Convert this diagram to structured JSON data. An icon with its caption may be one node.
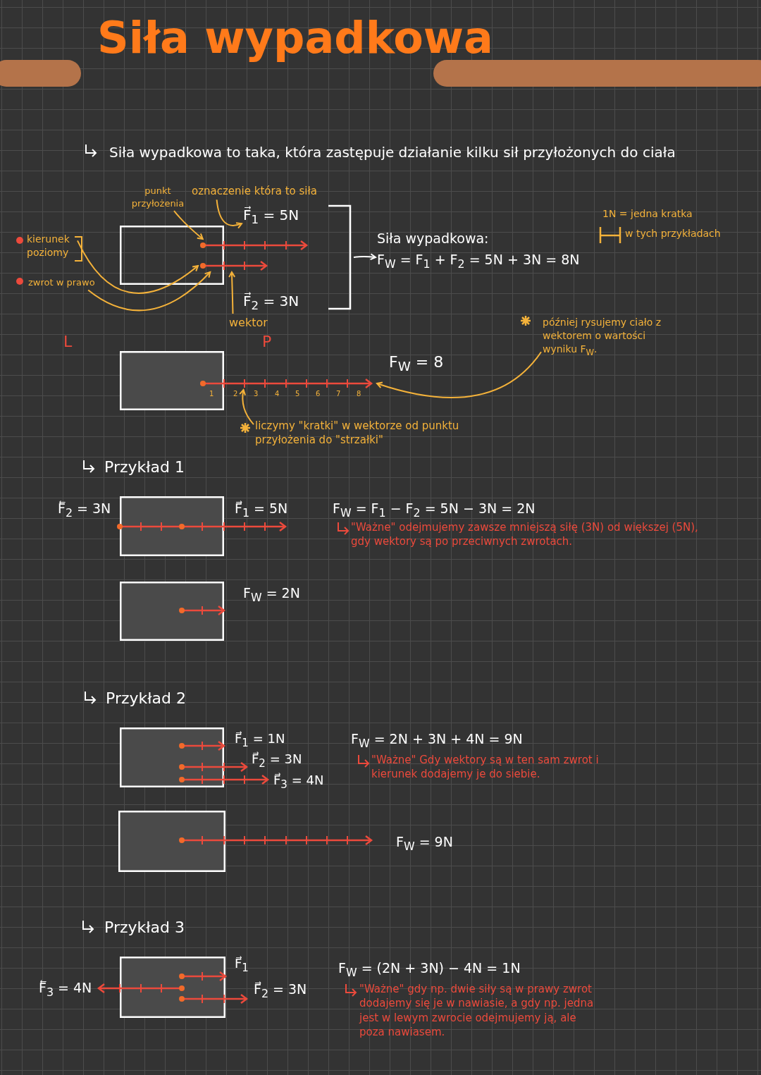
{
  "diagram": {
    "title": "Siła wypadkowa",
    "nodes": [
      {
        "text": [
          "punkt przyłożenia"
        ]
      },
      {
        "text": [],
        "shape": "arrow"
      },
      {
        "text": [
          "oznaczenie która to siła"
        ]
      },
      {
        "text": [
          "F⃗$_{1}$ = 5N"
        ]
      },
      {
        "text": [
          "kierunek poziomy"
        ]
      },
      {
        "text": [
          "zwrot w prawo"
        ]
      },
      {
        "text": [],
        "shape": "arrow"
      },
      {
        "text": [
          "wektor"
        ]
      },
      {
        "text": [
          "Siła wypadkowa:",
          "F$_{W}$ = F$_{1}$ + F$_{2}$ = 5N + 3N = 8N"
        ]
      },
      {
        "text": [],
        "shape": "arrow",
        "beside": [
          "1",
          "2",
          "3",
          "4",
          "5",
          "6",
          "7",
          "8"
        ]
      },
      {
        "text": [
          "później rysujemy ciało z wektorem o wartości wyniku F$_{W}$."
        ]
      },
      {
        "text": [
          "liczymy \"kratki\" w wektorze od punktu przyłożenia do \"strzałki\""
        ]
      },
      {
        "text": [],
        "shape": "bracket"
      },
      {
        "text": [],
        "shape": "box"
      },
      {
        "text": [],
        "shape": "box"
      },
      {
        "text": [],
        "shape": "box"
      },
      {
        "text": [],
        "shape": "box"
      },
      {
        "text": [],
        "shape": "box"
      },
      {
        "text": [],
        "shape": "box"
      },
      {
        "text": [],
        "shape": "box"
      }
    ],
    "edges": [
      {
        "from": 0,
        "to": 1,
        "arrow": "to"
      },
      {
        "from": 2,
        "to": 3,
        "arrow": "to"
      },
      {
        "from": 4,
        "to": 6,
        "arrow": "to"
      },
      {
        "from": 5,
        "to": 6,
        "arrow": "to"
      },
      {
        "from": 7,
        "to": 6,
        "arrow": "to"
      },
      {
        "from": 12,
        "to": 8,
        "arrow": "to",
        "color": "#ffffff"
      },
      {
        "from": 10,
        "to": 9,
        "arrow": "to"
      },
      {
        "from": 11,
        "to": 9,
        "arrow": "to"
      }
    ],
    "labels": [
      "Siła wypadkowa to taka, która zastępuje działanie kilku sił przyłożonych do ciała",
      "1N = jedna kratka",
      "w tych przykładach",
      "F⃗$_{2}$ = 3N",
      "L",
      "P",
      "F$_{W}$ = 8",
      "Przykład 1",
      "F⃖$_{2}$ = 3N",
      "F⃗$_{1}$ = 5N",
      "F$_{W}$ = F$_{1}$ − F$_{2}$ = 5N − 3N = 2N",
      "\"Ważne\" odejmujemy zawsze mniejszą siłę (3N) od większej (5N), gdy wektory są po przeciwnych zwrotach.",
      "F$_{W}$ = 2N",
      "Przykład 2",
      "F⃗$_{1}$ = 1N",
      "F⃗$_{2}$ = 3N",
      "F⃗$_{3}$ = 4N",
      "F$_{W}$ = 2N + 3N + 4N = 9N",
      "\"Ważne\" Gdy wektory są w ten sam zwrot i kierunek dodajemy je do siebie.",
      "F$_{W}$ = 9N",
      "Przykład 3",
      "F⃖$_{3}$ = 4N",
      "F⃗$_{1}$",
      "F⃗$_{2}$ = 3N",
      "F$_{W}$ = (2N + 3N) − 4N = 1N",
      "\"Ważne\" gdy np. dwie siły są w prawy zwrot dodajemy się je w nawiasie, a gdy np. jedna jest w lewym zwrocie odejmujemy ją, ale poza nawiasem."
    ]
  }
}
